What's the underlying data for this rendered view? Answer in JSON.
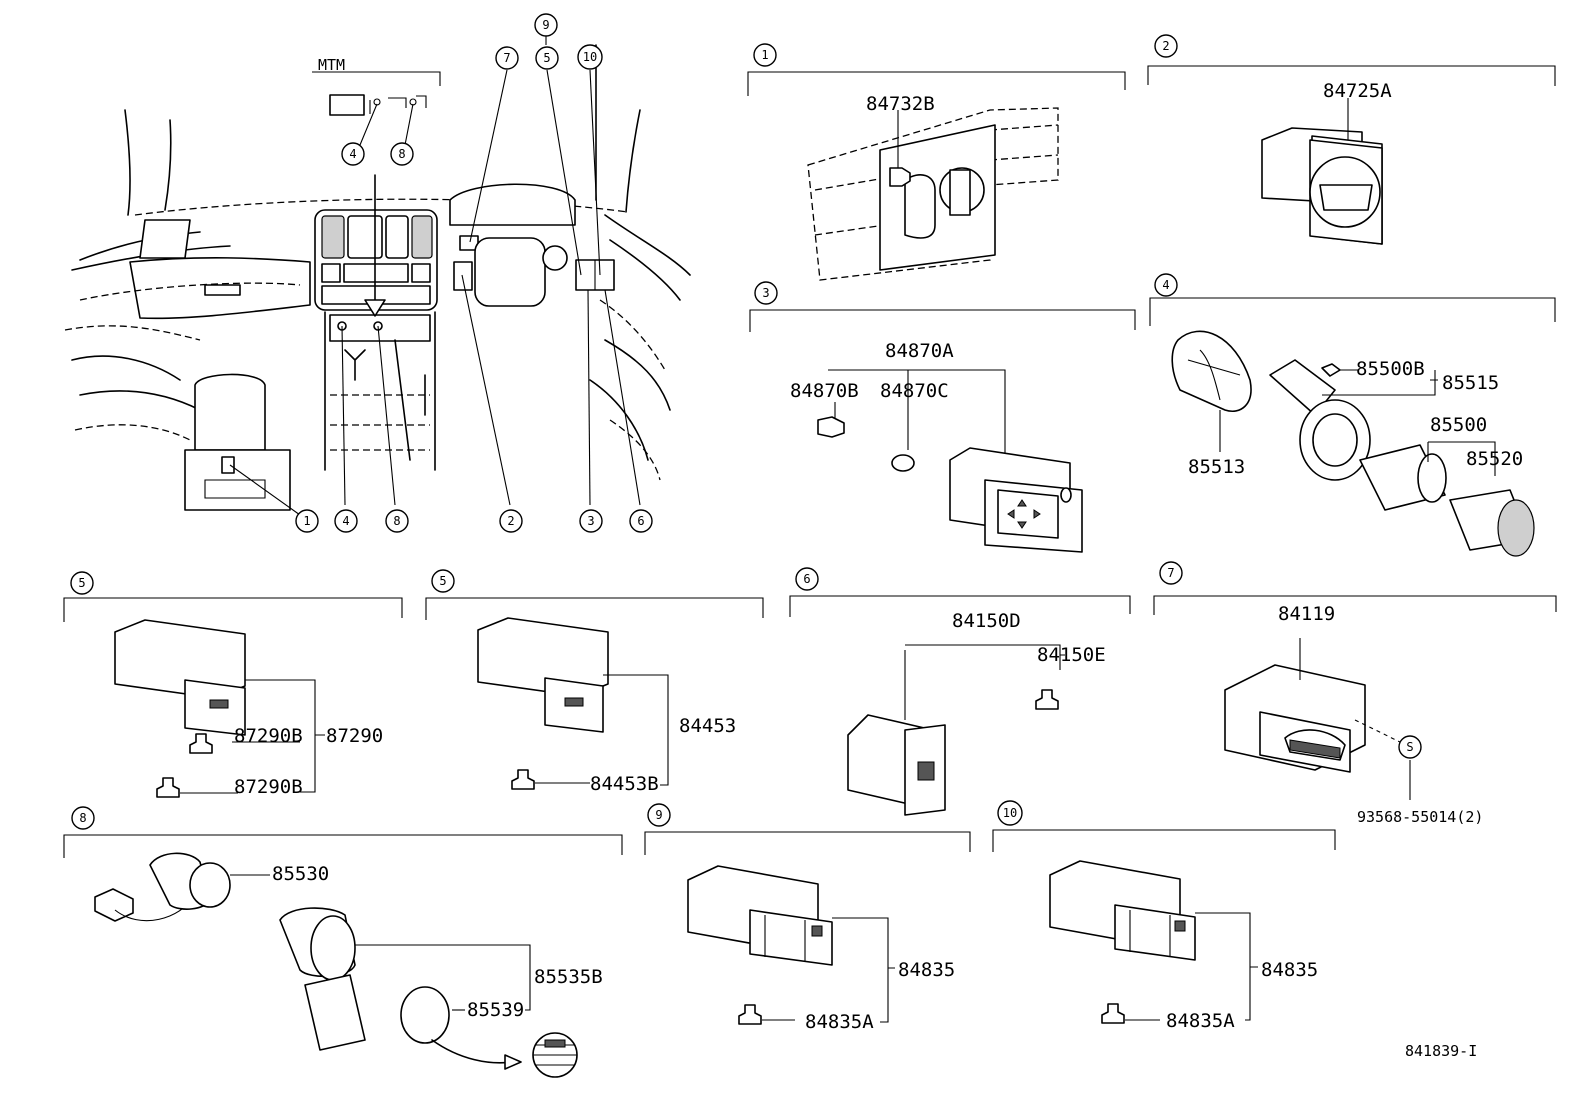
{
  "overview": {
    "variant_label": "MTM",
    "callouts": [
      "1",
      "2",
      "3",
      "4",
      "5",
      "6",
      "7",
      "8",
      "9",
      "10"
    ]
  },
  "sections": {
    "s1": {
      "num": "1",
      "parts": [
        "84732B"
      ]
    },
    "s2": {
      "num": "2",
      "parts": [
        "84725A"
      ]
    },
    "s3": {
      "num": "3",
      "parts": [
        "84870A",
        "84870B",
        "84870C"
      ]
    },
    "s4": {
      "num": "4",
      "parts": [
        "85500B",
        "85515",
        "85513",
        "85500",
        "85520"
      ]
    },
    "s5a": {
      "num": "5",
      "parts": [
        "87290B",
        "87290",
        "87290B"
      ]
    },
    "s5b": {
      "num": "5",
      "parts": [
        "84453",
        "84453B"
      ]
    },
    "s6": {
      "num": "6",
      "parts": [
        "84150D",
        "84150E"
      ]
    },
    "s7": {
      "num": "7",
      "parts": [
        "84119",
        "S",
        "93568-55014(2)"
      ]
    },
    "s8": {
      "num": "8",
      "parts": [
        "85530",
        "85535B",
        "85539"
      ]
    },
    "s9": {
      "num": "9",
      "parts": [
        "84835",
        "84835A"
      ]
    },
    "s10": {
      "num": "10",
      "parts": [
        "84835",
        "84835A"
      ]
    }
  },
  "diagram_id": "841839-I"
}
